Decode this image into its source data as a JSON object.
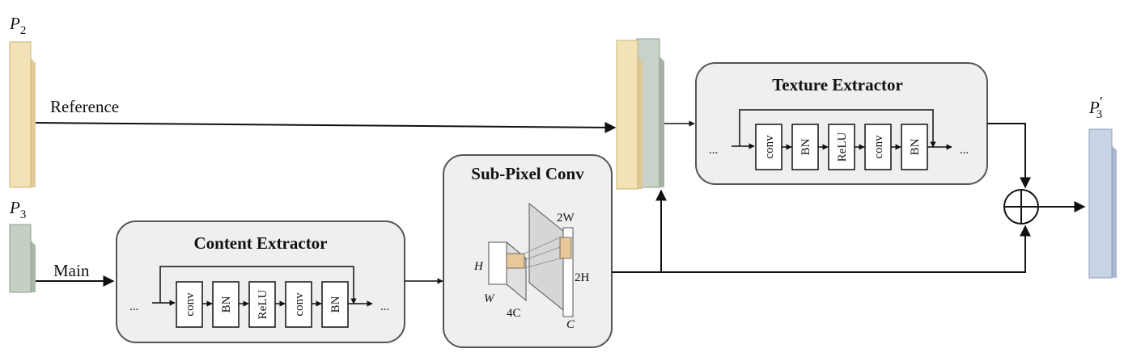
{
  "labels": {
    "p2": "P",
    "p2_sub": "2",
    "p3": "P",
    "p3_sub": "3",
    "p3prime": "P",
    "p3prime_sub": "3",
    "p3prime_mark": "′",
    "reference": "Reference",
    "main": "Main"
  },
  "content_extractor": {
    "title": "Content Extractor",
    "blocks": [
      "conv",
      "BN",
      "ReLU",
      "conv",
      "BN"
    ],
    "ellipsis_left": "...",
    "ellipsis_right": "..."
  },
  "texture_extractor": {
    "title": "Texture Extractor",
    "blocks": [
      "conv",
      "BN",
      "ReLU",
      "conv",
      "BN"
    ],
    "ellipsis_left": "...",
    "ellipsis_right": "..."
  },
  "subpixel": {
    "title": "Sub-Pixel Conv",
    "h": "H",
    "w": "W",
    "c4": "4C",
    "w2": "2W",
    "h2": "2H",
    "c": "C"
  },
  "colors": {
    "p2_fill": "#f2e2b6",
    "p3_fill": "#c4d0c4",
    "p3prime_fill": "#c8d4e6",
    "concat_gray": "#c8d2c8",
    "panel_fill": "#efefef"
  }
}
